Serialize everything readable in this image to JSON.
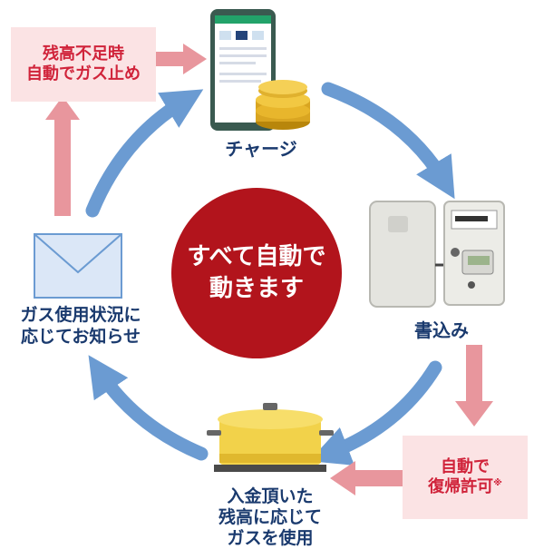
{
  "colors": {
    "cycle_arrow": "#6b9bd2",
    "red_arrow": "#e8969d",
    "pink_box_bg": "#fbe3e4",
    "pink_box_text": "#d0233a",
    "label_text": "#1a3a6e",
    "center_circle": "#b2141c"
  },
  "center": {
    "line1": "すべて自動で",
    "line2": "動きます"
  },
  "steps": {
    "charge": {
      "label": "チャージ",
      "icon": "smartphone-with-coins-icon"
    },
    "write": {
      "label": "書込み",
      "icon": "gas-meter-icon"
    },
    "use": {
      "line1": "入金頂いた",
      "line2": "残高に応じて",
      "line3": "ガスを使用",
      "icon": "pot-on-stove-icon"
    },
    "notify": {
      "line1": "ガス使用状況に",
      "line2": "応じてお知らせ",
      "icon": "envelope-icon"
    }
  },
  "boxes": {
    "stop": {
      "line1": "残高不足時",
      "line2": "自動でガス止め"
    },
    "restore": {
      "line1": "自動で",
      "line2": "復帰許可",
      "note_mark": "※"
    }
  }
}
